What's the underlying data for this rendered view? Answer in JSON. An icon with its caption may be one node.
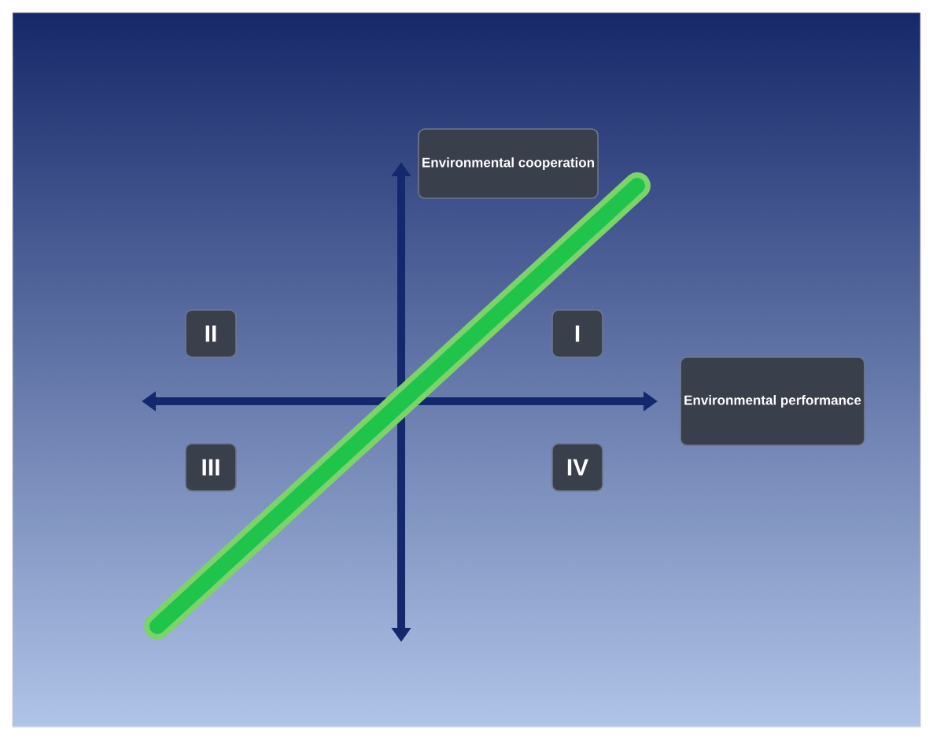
{
  "diagram": {
    "nodes": [
      {
        "text": [
          "Environmental cooperation"
        ]
      },
      {
        "text": [
          "II"
        ]
      },
      {
        "text": [
          "I"
        ]
      },
      {
        "text": [
          "Environmental performance"
        ]
      },
      {
        "text": [
          "III"
        ]
      },
      {
        "text": [
          "IV"
        ]
      }
    ]
  }
}
